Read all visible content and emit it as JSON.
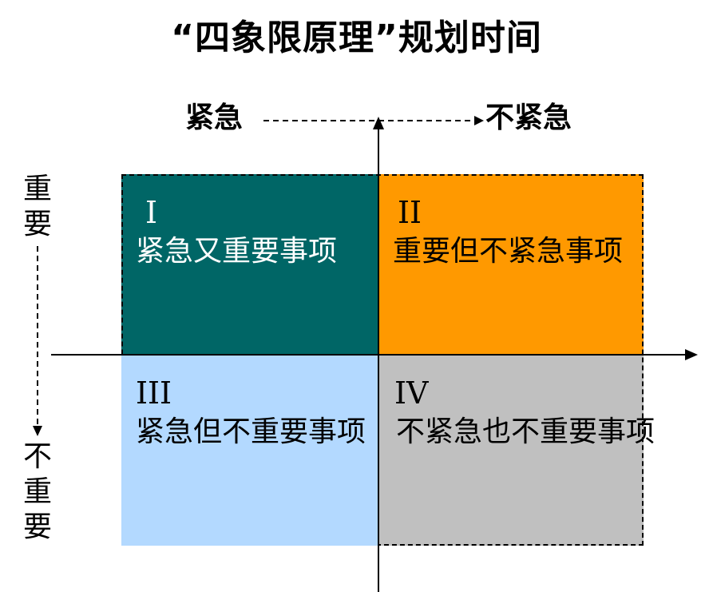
{
  "title": "“四象限原理”规划时间",
  "axes": {
    "horizontal": {
      "left_label": "紧急",
      "right_label": "不紧急"
    },
    "vertical": {
      "top_label": "重要",
      "bottom_label": "不重要"
    }
  },
  "quadrants": [
    {
      "numeral": "I",
      "label": "紧急又重要事项",
      "color": "#006666",
      "text_color": "#ffffff"
    },
    {
      "numeral": "II",
      "label": "重要但不紧急事项",
      "color": "#ff9900",
      "text_color": "#000000"
    },
    {
      "numeral": "III",
      "label": "紧急但不重要事项",
      "color": "#b3d9ff",
      "text_color": "#000000"
    },
    {
      "numeral": "IV",
      "label": "不紧急也不重要事项",
      "color": "#c0c0c0",
      "text_color": "#000000"
    }
  ],
  "icons": {
    "h_axis_arrow": "arrow-right-icon",
    "v_axis_arrow": "arrow-up-icon",
    "urgency_arrow": "dashed-arrow-right-icon",
    "importance_arrow": "dashed-arrow-down-icon"
  }
}
